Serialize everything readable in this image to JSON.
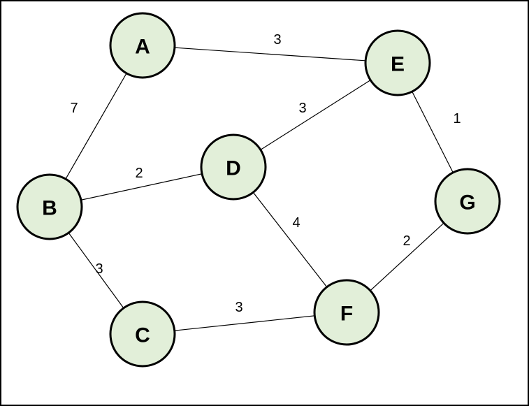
{
  "colors": {
    "node_fill": "#e2efd9",
    "node_stroke": "#000000",
    "edge_stroke": "#000000",
    "frame_border": "#000000",
    "background": "#ffffff"
  },
  "nodes": [
    {
      "id": "A",
      "label": "A"
    },
    {
      "id": "B",
      "label": "B"
    },
    {
      "id": "C",
      "label": "C"
    },
    {
      "id": "D",
      "label": "D"
    },
    {
      "id": "E",
      "label": "E"
    },
    {
      "id": "F",
      "label": "F"
    },
    {
      "id": "G",
      "label": "G"
    }
  ],
  "edges": [
    {
      "from": "A",
      "to": "E",
      "weight": "3"
    },
    {
      "from": "A",
      "to": "B",
      "weight": "7"
    },
    {
      "from": "B",
      "to": "D",
      "weight": "2"
    },
    {
      "from": "D",
      "to": "E",
      "weight": "3"
    },
    {
      "from": "E",
      "to": "G",
      "weight": "1"
    },
    {
      "from": "D",
      "to": "F",
      "weight": "4"
    },
    {
      "from": "B",
      "to": "C",
      "weight": "3"
    },
    {
      "from": "C",
      "to": "F",
      "weight": "3"
    },
    {
      "from": "F",
      "to": "G",
      "weight": "2"
    }
  ]
}
